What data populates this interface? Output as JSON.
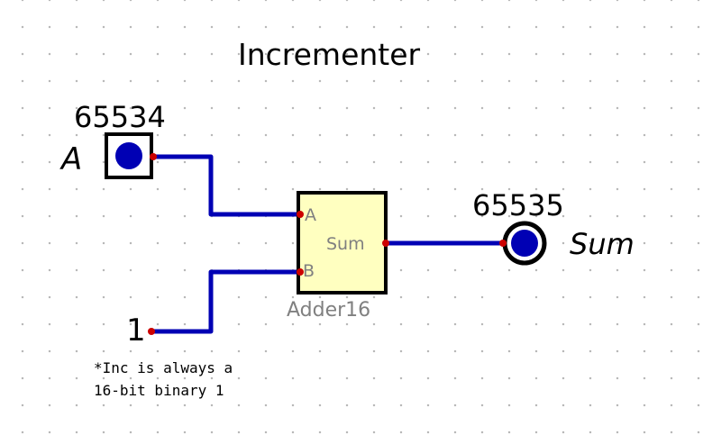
{
  "diagram": {
    "title": "Incrementer",
    "input": {
      "name": "A",
      "value": "65534"
    },
    "constant": {
      "value": "1"
    },
    "output": {
      "name": "Sum",
      "value": "65535"
    },
    "chip": {
      "name": "Adder16",
      "port_a": "A",
      "port_b": "B",
      "port_sum": "Sum"
    },
    "note": {
      "line1": "*Inc is always a",
      "line2": "16-bit binary 1"
    }
  },
  "colors": {
    "wire": "#0000b4",
    "pin": "#0000b4",
    "connection_dot": "#cc0000",
    "chip_fill": "#ffffc0",
    "label_gray": "#808080"
  }
}
